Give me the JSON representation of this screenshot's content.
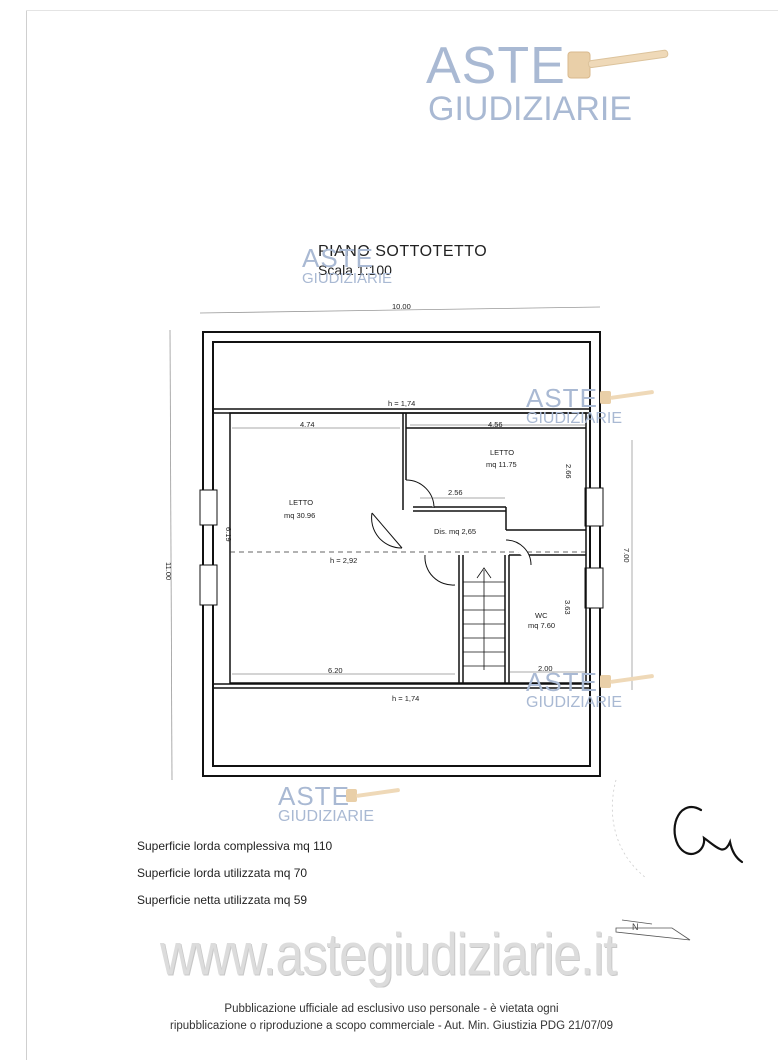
{
  "watermark": {
    "aste": "ASTE",
    "giudiziarie": "GIUDIZIARIE"
  },
  "plan": {
    "title": "PIANO SOTTOTETTO",
    "scale": "Scala 1:100",
    "dimensions": {
      "width_top": "10.00",
      "height_left": "11.00",
      "height_right": "7.00",
      "h_top": "h = 1,74",
      "h_bottom": "h = 1,74",
      "h_mid": "h = 2,92",
      "d_474": "4.74",
      "d_456": "4.56",
      "d_256": "2.56",
      "d_619": "6.19",
      "d_620": "6.20",
      "d_266": "2.66",
      "d_363": "3.63",
      "d_200": "2.00"
    },
    "rooms": {
      "letto_big_name": "LETTO",
      "letto_big_area": "mq 30.96",
      "letto_small_name": "LETTO",
      "letto_small_area": "mq 11.75",
      "dis": "Dis. mq 2,65",
      "wc_name": "WC",
      "wc_area": "mq 7.60"
    }
  },
  "surfaces": [
    "Superficie lorda complessiva mq 110",
    "Superficie lorda utilizzata mq 70",
    "Superficie netta utilizzata mq 59"
  ],
  "website": "www.astegiudiziarie.it",
  "north": "N",
  "footer": {
    "line1": "Pubblicazione ufficiale ad esclusivo uso personale - è vietata ogni",
    "line2": "ripubblicazione o riproduzione a scopo commerciale - Aut. Min. Giustizia PDG 21/07/09"
  }
}
